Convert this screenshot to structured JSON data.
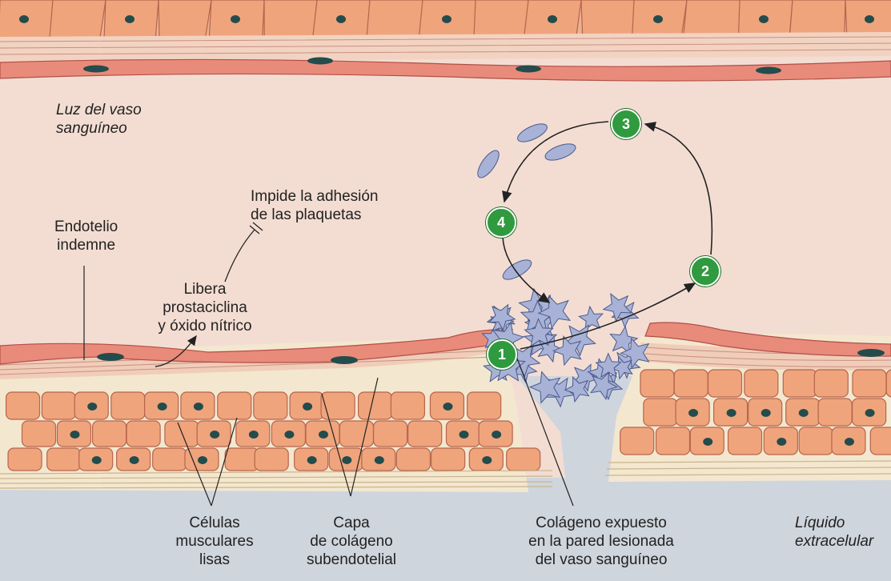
{
  "labels": {
    "lumen": [
      "Luz del vaso",
      "sanguíneo"
    ],
    "endothelium": [
      "Endotelio",
      "indemne"
    ],
    "prevents": [
      "Impide la adhesión",
      "de las plaquetas"
    ],
    "releases": [
      "Libera",
      "prostaciclina",
      "y óxido nítrico"
    ],
    "smooth_muscle": [
      "Células",
      "musculares",
      "lisas"
    ],
    "collagen_layer": [
      "Capa",
      "de colágeno",
      "subendotelial"
    ],
    "exposed_collagen": [
      "Colágeno expuesto",
      "en la pared lesionada",
      "del vaso sanguíneo"
    ],
    "extracellular": [
      "Líquido",
      "extracelular"
    ]
  },
  "steps": [
    "1",
    "2",
    "3",
    "4"
  ],
  "colors": {
    "lumen": "#f3ddd2",
    "endothelium": "#e98b7a",
    "muscle_cell": "#f0a47c",
    "nucleus": "#244c4c",
    "collagen": "#f4e7cf",
    "extracellular": "#cfd5dd",
    "platelet": "#a8b2d6",
    "step_badge": "#2f9a3e"
  }
}
